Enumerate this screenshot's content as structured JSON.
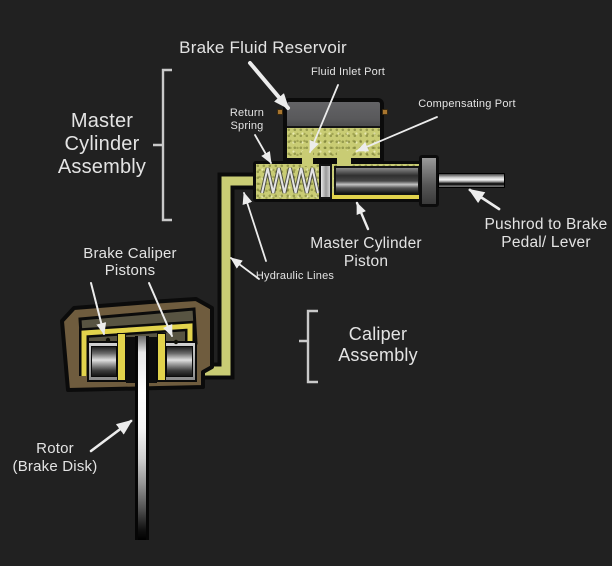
{
  "labels": {
    "reservoir": "Brake Fluid Reservoir",
    "fluid_inlet": "Fluid Inlet Port",
    "compensating": "Compensating Port",
    "return_spring": [
      "Return",
      "Spring"
    ],
    "master_assembly": [
      "Master",
      "Cylinder",
      "Assembly"
    ],
    "mc_piston": [
      "Master Cylinder",
      "Piston"
    ],
    "pushrod": [
      "Pushrod to Brake",
      "Pedal/ Lever"
    ],
    "hydraulic": "Hydraulic Lines",
    "caliper_pistons": [
      "Brake Caliper",
      "Pistons"
    ],
    "caliper_assembly": [
      "Caliper",
      "Assembly"
    ],
    "rotor": [
      "Rotor",
      "(Brake Disk)"
    ]
  },
  "colors": {
    "background": "#212121",
    "text": "#e3e3e3",
    "arrow": "#ececec",
    "bracket": "#c9c9c9",
    "outline": "#0b0b0b",
    "fluid": "#c9cc74",
    "fluid_bright": "#e2d34c",
    "reservoir_cap": "#59595b",
    "caliper_brown": "#6f5c3e",
    "caliper_bridge": "#585442"
  }
}
